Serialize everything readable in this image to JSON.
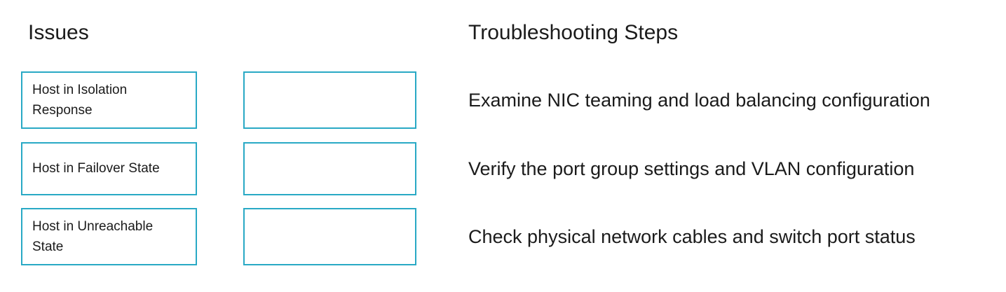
{
  "headers": {
    "issues": "Issues",
    "steps": "Troubleshooting Steps"
  },
  "issues": {
    "items": [
      {
        "label": "Host in Isolation Response"
      },
      {
        "label": "Host in Failover State"
      },
      {
        "label": "Host in Unreachable State"
      }
    ]
  },
  "drop_zones": {
    "items": [
      {
        "value": ""
      },
      {
        "value": ""
      },
      {
        "value": ""
      }
    ]
  },
  "steps": {
    "items": [
      {
        "label": "Examine NIC teaming and load balancing configuration"
      },
      {
        "label": "Verify the port group settings and VLAN configuration"
      },
      {
        "label": "Check physical network cables and switch port status"
      }
    ]
  },
  "colors": {
    "box_border": "#29a9c5",
    "text": "#1b1b1b",
    "background": "#ffffff"
  }
}
